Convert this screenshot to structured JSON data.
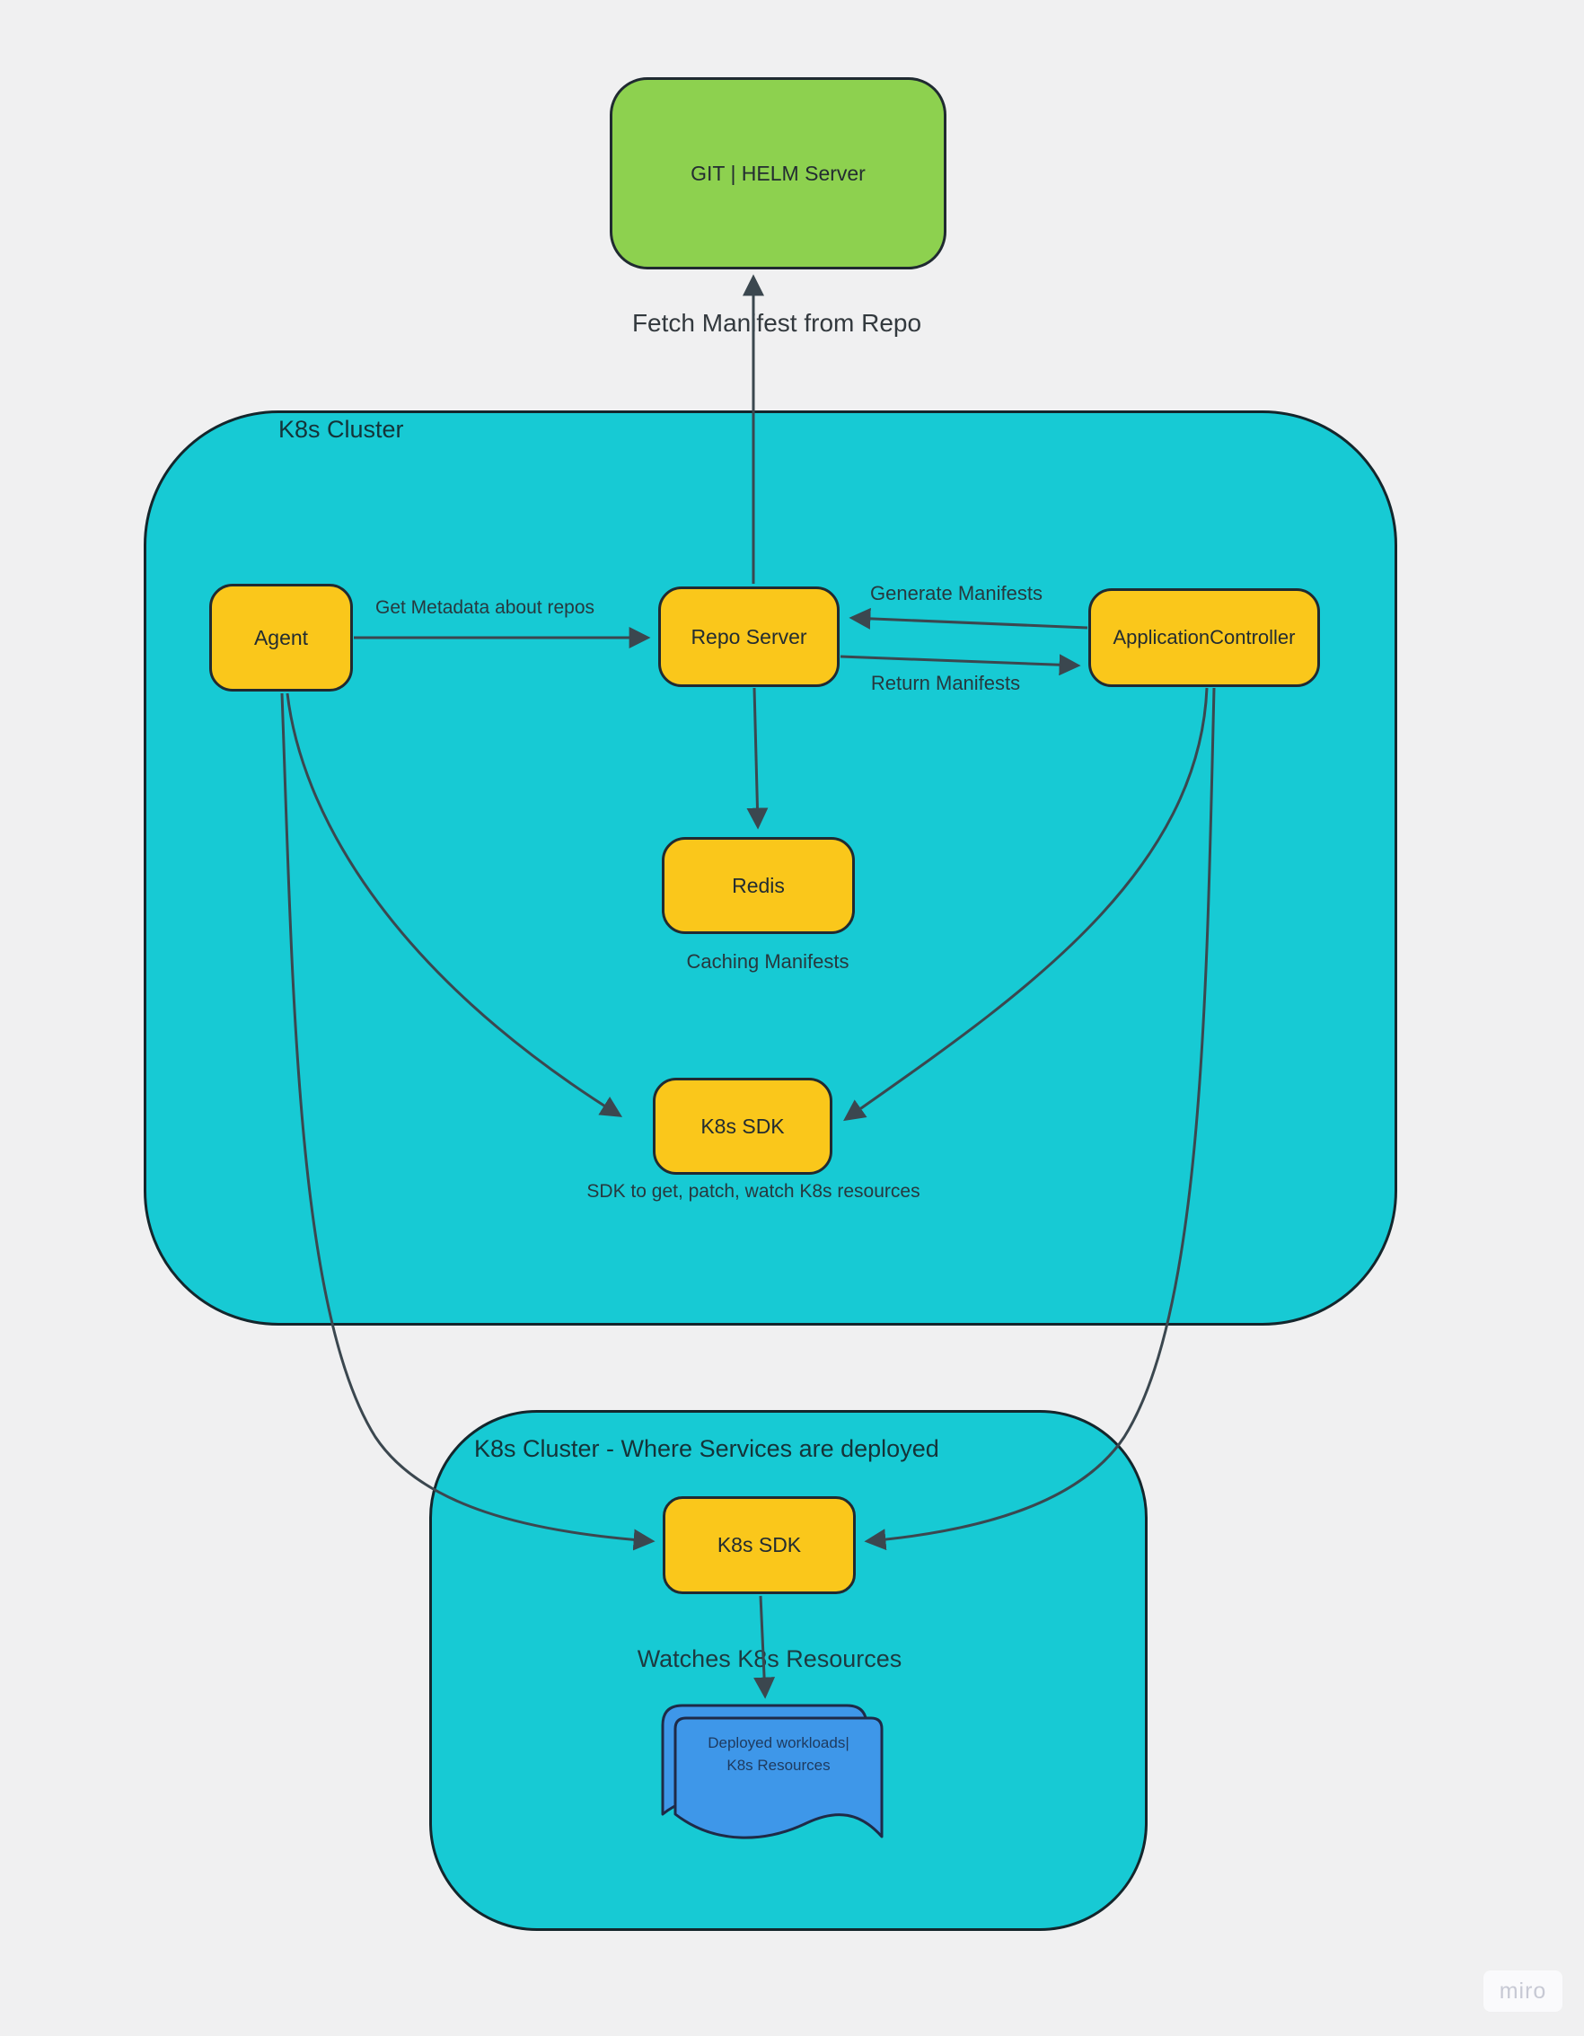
{
  "watermark": "miro",
  "colors": {
    "background": "#F0F0F1",
    "cluster": "#17CAD4",
    "node": "#FAC71B",
    "git": "#8DD14F",
    "doc": "#3E97E9",
    "connector": "#3B474F"
  },
  "clusters": {
    "main": {
      "label": "K8s Cluster"
    },
    "deploy": {
      "label": "K8s Cluster - Where Services are deployed"
    }
  },
  "nodes": {
    "git_helm": {
      "label": "GIT | HELM Server"
    },
    "agent": {
      "label": "Agent"
    },
    "repo_server": {
      "label": "Repo Server"
    },
    "application_controller": {
      "label": "ApplicationController"
    },
    "redis": {
      "label": "Redis"
    },
    "k8s_sdk_main": {
      "label": "K8s SDK"
    },
    "k8s_sdk_deploy": {
      "label": "K8s SDK"
    },
    "deployed_workloads": {
      "line1": "Deployed workloads|",
      "line2": "K8s Resources"
    }
  },
  "edge_labels": {
    "fetch_manifest": "Fetch Manifest from Repo",
    "get_metadata": "Get Metadata about repos",
    "generate_manifests": "Generate Manifests",
    "return_manifests": "Return Manifests",
    "caching_manifests": "Caching Manifests",
    "sdk_description": "SDK to get, patch, watch K8s resources",
    "watches_resources": "Watches K8s Resources"
  }
}
